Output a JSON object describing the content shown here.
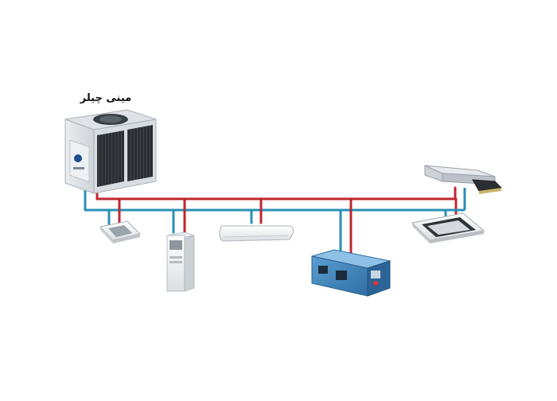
{
  "diagram": {
    "chiller_label": "مینی چیلر",
    "colors": {
      "supply_pipe": "#c0262d",
      "return_pipe": "#2a8fb5",
      "background": "#ffffff"
    },
    "components": [
      {
        "id": "mini-chiller",
        "type": "outdoor-chiller-unit"
      },
      {
        "id": "cassette-unit-1",
        "type": "ceiling-cassette-fan-coil"
      },
      {
        "id": "floor-standing-unit",
        "type": "floor-standing-fan-coil"
      },
      {
        "id": "wall-mounted-unit",
        "type": "wall-mounted-fan-coil"
      },
      {
        "id": "air-handling-unit",
        "type": "air-handling-unit"
      },
      {
        "id": "ducted-unit",
        "type": "concealed-ducted-fan-coil"
      },
      {
        "id": "cassette-unit-2",
        "type": "ceiling-cassette-fan-coil"
      }
    ]
  }
}
